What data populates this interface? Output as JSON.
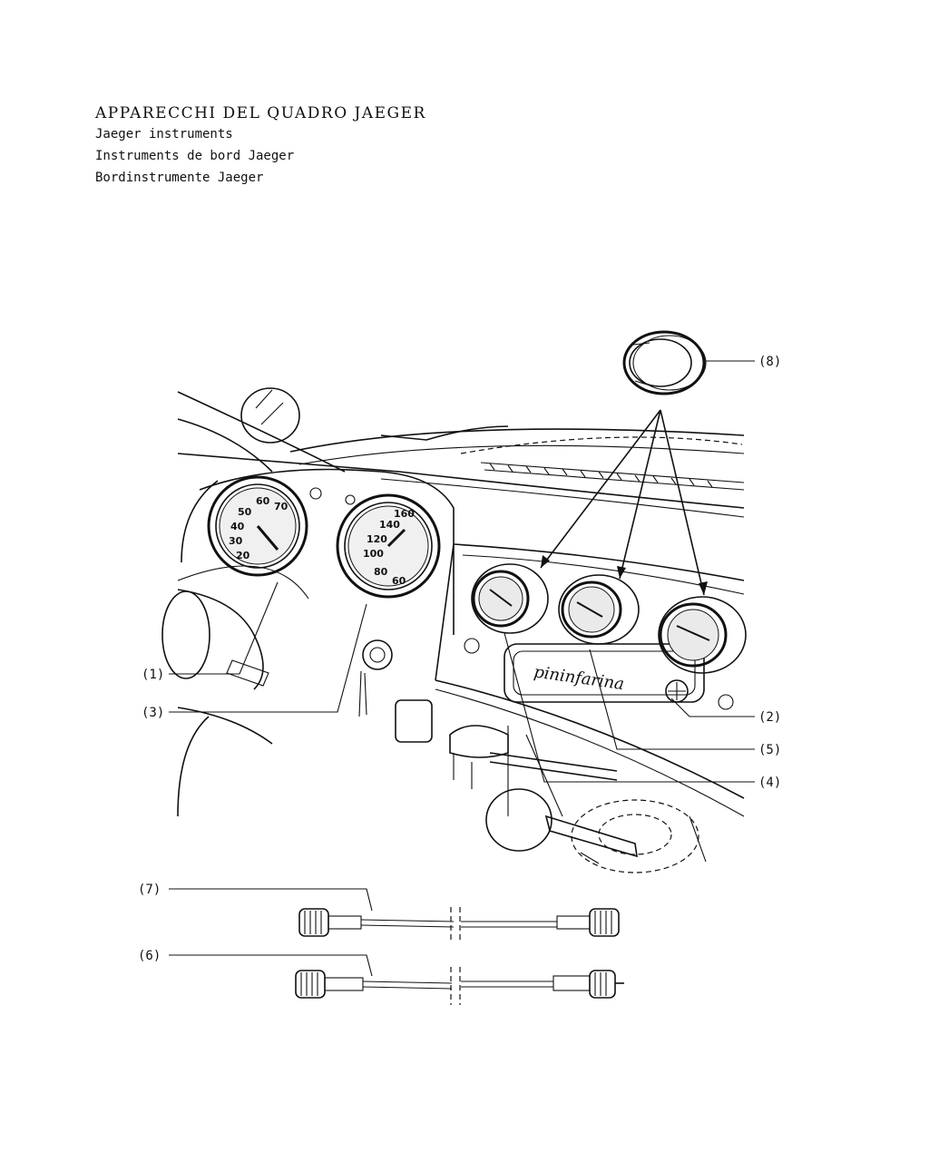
{
  "header": {
    "title": "APPARECCHI DEL QUADRO JAEGER",
    "subtitles": [
      "Jaeger instruments",
      "Instruments de bord Jaeger",
      "Bordinstrumente Jaeger"
    ]
  },
  "callouts": {
    "c1": "(1)",
    "c2": "(2)",
    "c3": "(3)",
    "c4": "(4)",
    "c5": "(5)",
    "c6": "(6)",
    "c7": "(7)",
    "c8": "(8)"
  },
  "gauges": {
    "tach": [
      "50",
      "60",
      "70",
      "40",
      "30",
      "20"
    ],
    "speedo": [
      "140",
      "160",
      "120",
      "100",
      "80",
      "60"
    ]
  },
  "badge": "pininfarina"
}
